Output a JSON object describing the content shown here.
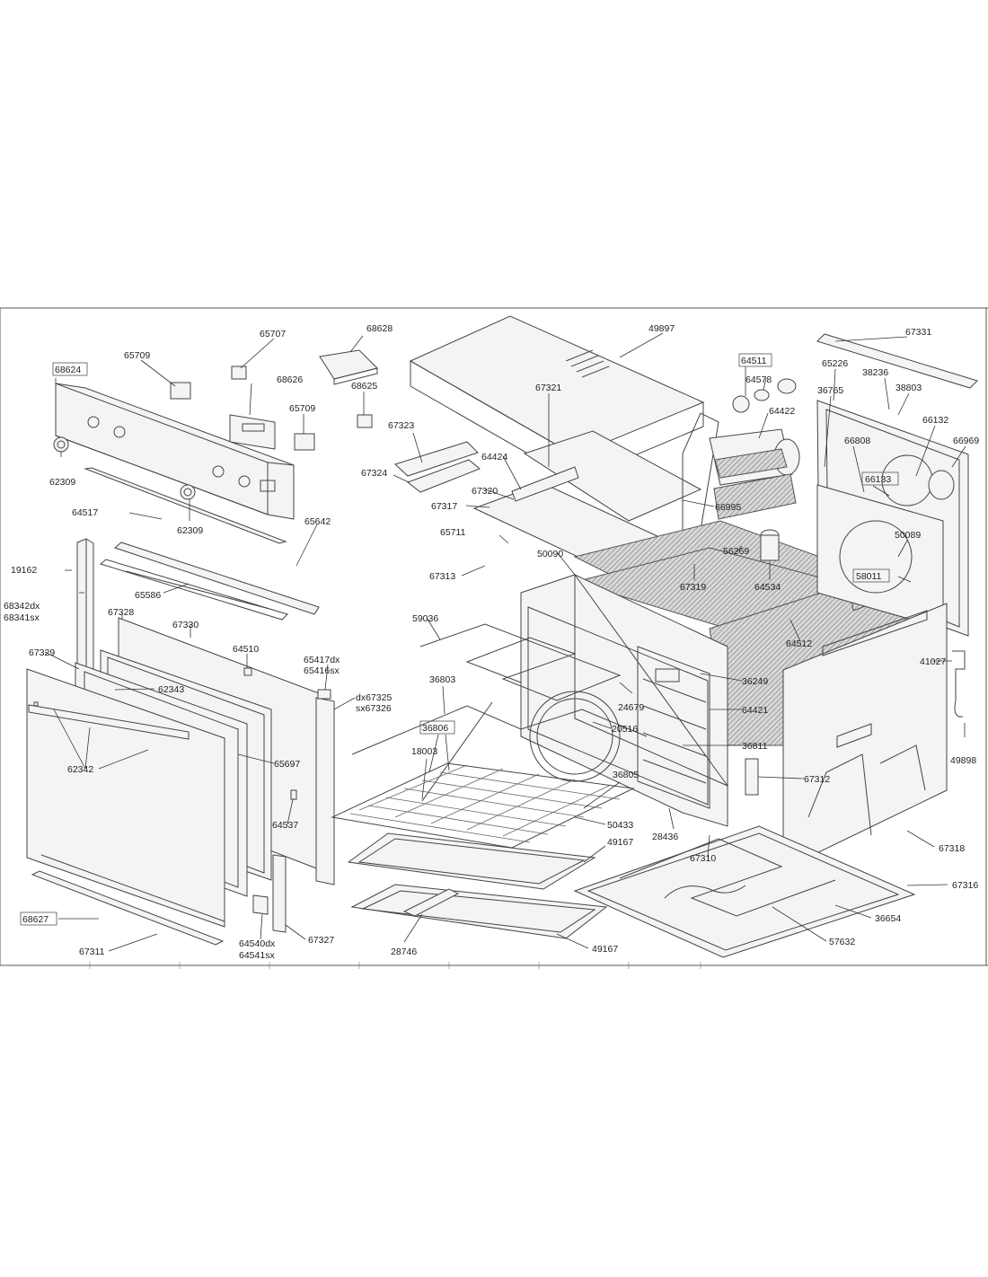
{
  "diagram": {
    "labels": [
      {
        "id": "68628",
        "text": "68628"
      },
      {
        "id": "49897",
        "text": "49897"
      },
      {
        "id": "67331",
        "text": "67331"
      },
      {
        "id": "65707",
        "text": "65707"
      },
      {
        "id": "65709a",
        "text": "65709"
      },
      {
        "id": "68624",
        "text": "68624"
      },
      {
        "id": "68626",
        "text": "68626"
      },
      {
        "id": "68625",
        "text": "68625"
      },
      {
        "id": "65709b",
        "text": "65709"
      },
      {
        "id": "67321",
        "text": "67321"
      },
      {
        "id": "64511",
        "text": "64511"
      },
      {
        "id": "64578",
        "text": "64578"
      },
      {
        "id": "65226",
        "text": "65226"
      },
      {
        "id": "38236",
        "text": "38236"
      },
      {
        "id": "38803",
        "text": "38803"
      },
      {
        "id": "36765",
        "text": "36765"
      },
      {
        "id": "66132",
        "text": "66132"
      },
      {
        "id": "64422",
        "text": "64422"
      },
      {
        "id": "66808",
        "text": "66808"
      },
      {
        "id": "66969",
        "text": "66969"
      },
      {
        "id": "67323",
        "text": "67323"
      },
      {
        "id": "64424",
        "text": "64424"
      },
      {
        "id": "62309a",
        "text": "62309"
      },
      {
        "id": "67320",
        "text": "67320"
      },
      {
        "id": "66133",
        "text": "66133"
      },
      {
        "id": "67324",
        "text": "67324"
      },
      {
        "id": "67317",
        "text": "67317"
      },
      {
        "id": "66995",
        "text": "66995"
      },
      {
        "id": "64517",
        "text": "64517"
      },
      {
        "id": "62309b",
        "text": "62309"
      },
      {
        "id": "65642",
        "text": "65642"
      },
      {
        "id": "50089",
        "text": "50089"
      },
      {
        "id": "65711",
        "text": "65711"
      },
      {
        "id": "56269",
        "text": "56269"
      },
      {
        "id": "50090",
        "text": "50090"
      },
      {
        "id": "19162",
        "text": "19162"
      },
      {
        "id": "67313",
        "text": "67313"
      },
      {
        "id": "58011",
        "text": "58011"
      },
      {
        "id": "67319",
        "text": "67319"
      },
      {
        "id": "64534",
        "text": "64534"
      },
      {
        "id": "65586",
        "text": "65586"
      },
      {
        "id": "68342",
        "text": "68342",
        "suffix": "dx"
      },
      {
        "id": "68341",
        "text": "68341",
        "suffix": "sx"
      },
      {
        "id": "67328",
        "text": "67328"
      },
      {
        "id": "67330",
        "text": "67330"
      },
      {
        "id": "59036",
        "text": "59036"
      },
      {
        "id": "64512",
        "text": "64512"
      },
      {
        "id": "64510",
        "text": "64510"
      },
      {
        "id": "65417",
        "text": "65417",
        "suffix": "dx"
      },
      {
        "id": "65416",
        "text": "65416",
        "suffix": "sx"
      },
      {
        "id": "41027",
        "text": "41027"
      },
      {
        "id": "67329",
        "text": "67329"
      },
      {
        "id": "36803",
        "text": "36803"
      },
      {
        "id": "36249",
        "text": "36249"
      },
      {
        "id": "62343",
        "text": "62343"
      },
      {
        "id": "67325",
        "text": "67325",
        "prefix": "dx"
      },
      {
        "id": "67326",
        "text": "67326",
        "prefix": "sx"
      },
      {
        "id": "24679",
        "text": "24679"
      },
      {
        "id": "64421",
        "text": "64421"
      },
      {
        "id": "36806",
        "text": "36806"
      },
      {
        "id": "20516",
        "text": "20516"
      },
      {
        "id": "18003",
        "text": "18003"
      },
      {
        "id": "36811",
        "text": "36811"
      },
      {
        "id": "49898",
        "text": "49898"
      },
      {
        "id": "62342",
        "text": "62342"
      },
      {
        "id": "65697",
        "text": "65697"
      },
      {
        "id": "36805",
        "text": "36805"
      },
      {
        "id": "67312",
        "text": "67312"
      },
      {
        "id": "64537",
        "text": "64537"
      },
      {
        "id": "50433",
        "text": "50433"
      },
      {
        "id": "28436",
        "text": "28436"
      },
      {
        "id": "49167a",
        "text": "49167"
      },
      {
        "id": "67318",
        "text": "67318"
      },
      {
        "id": "67310",
        "text": "67310"
      },
      {
        "id": "67316",
        "text": "67316"
      },
      {
        "id": "36654",
        "text": "36654"
      },
      {
        "id": "68627",
        "text": "68627"
      },
      {
        "id": "64540",
        "text": "64540",
        "suffix": "dx"
      },
      {
        "id": "67327",
        "text": "67327"
      },
      {
        "id": "64541",
        "text": "64541",
        "suffix": "sx"
      },
      {
        "id": "67311",
        "text": "67311"
      },
      {
        "id": "28746",
        "text": "28746"
      },
      {
        "id": "49167b",
        "text": "49167"
      },
      {
        "id": "57632",
        "text": "57632"
      }
    ]
  }
}
